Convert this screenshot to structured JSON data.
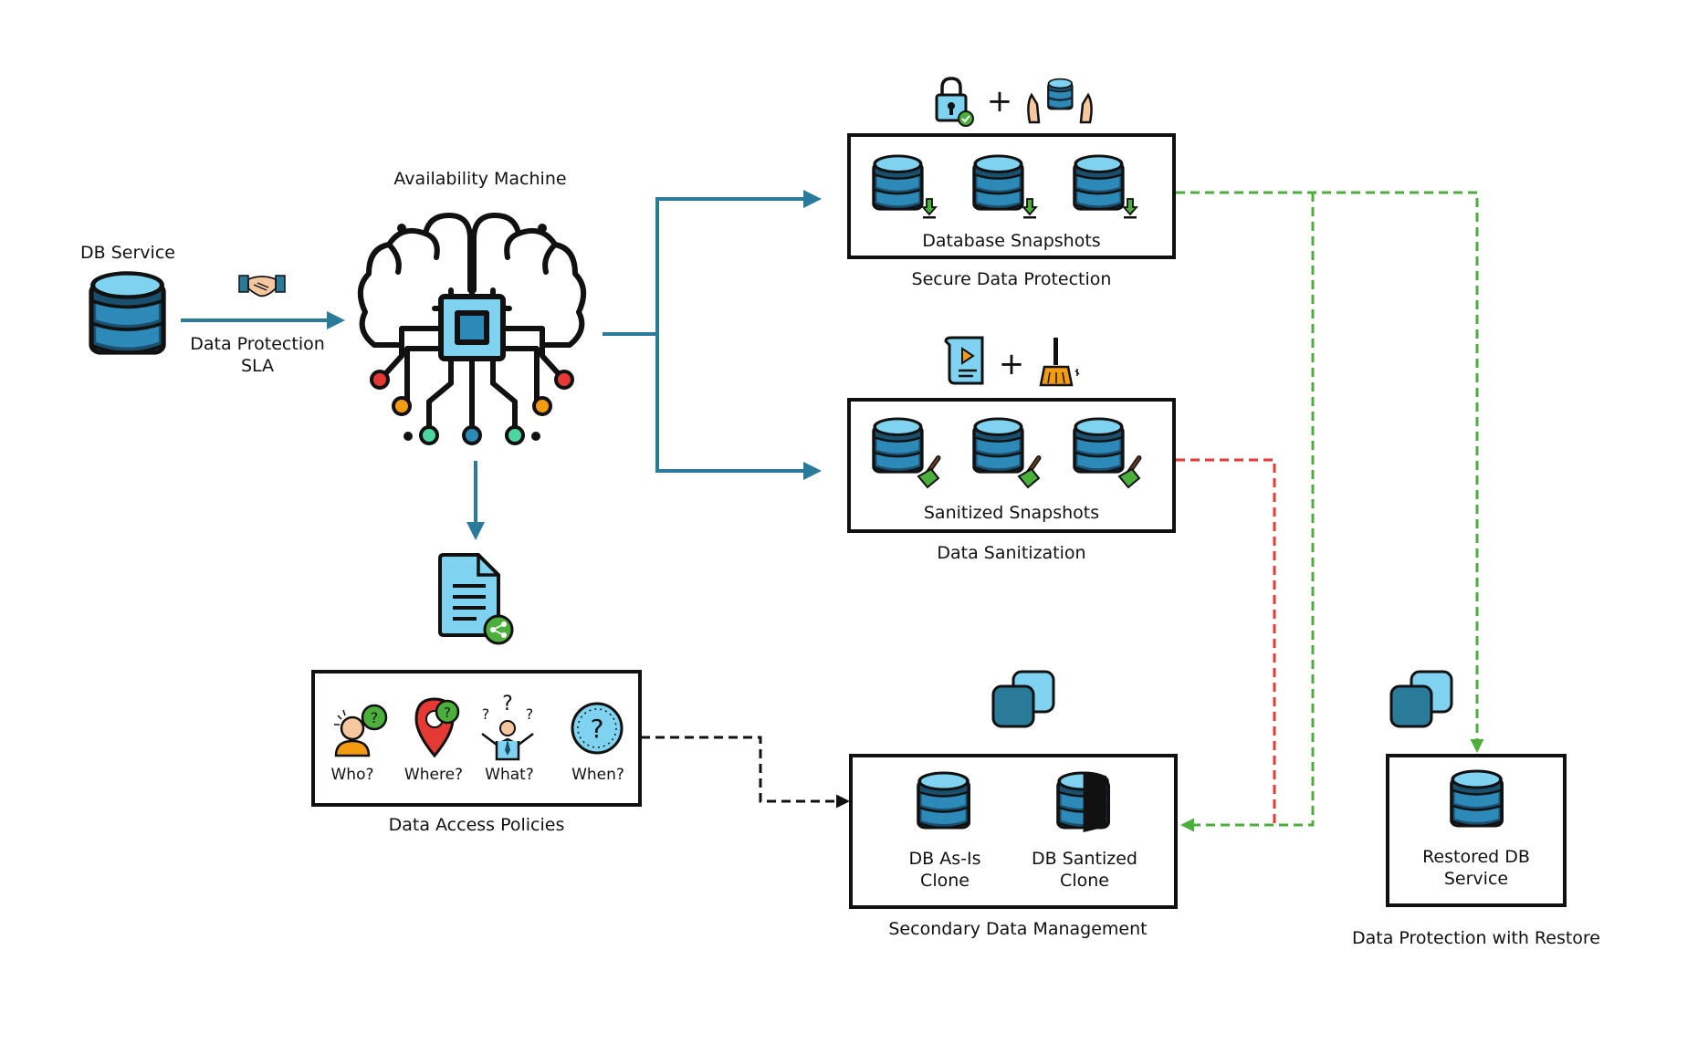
{
  "labels": {
    "db_service": "DB Service",
    "sla_line1": "Data Protection",
    "sla_line2": "SLA",
    "availability_machine": "Availability Machine",
    "database_snapshots": "Database Snapshots",
    "secure_data_protection": "Secure Data Protection",
    "sanitized_snapshots": "Sanitized Snapshots",
    "data_sanitization": "Data Sanitization",
    "data_access_policies": "Data Access Policies",
    "secondary_data_management": "Secondary Data Management",
    "data_protection_with_restore": "Data Protection with Restore",
    "plus": "+"
  },
  "policies": [
    {
      "label": "Who?",
      "icon": "person-speech-icon"
    },
    {
      "label": "Where?",
      "icon": "location-pin-icon"
    },
    {
      "label": "What?",
      "icon": "confused-person-icon"
    },
    {
      "label": "When?",
      "icon": "clock-question-icon"
    }
  ],
  "clones": {
    "asis_line1": "DB As-Is",
    "asis_line2": "Clone",
    "sanitized_line1": "DB Santized",
    "sanitized_line2": "Clone"
  },
  "restored": {
    "line1": "Restored DB",
    "line2": "Service"
  },
  "colors": {
    "flow_arrow": "#2a7a9a",
    "db_dark": "#1a4f6e",
    "db_mid": "#2d89b8",
    "db_light": "#7fd3f0",
    "restore_flow": "#4caf3c",
    "sanitized_flow": "#e53935",
    "policy_flow": "#111111"
  }
}
